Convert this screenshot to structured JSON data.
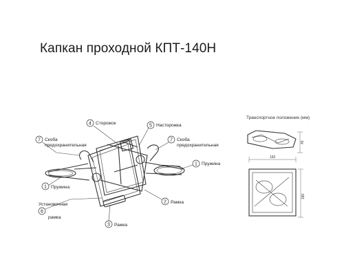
{
  "title": "Капкан проходной КПТ-140Н",
  "transport_label": "Транспортное положение (мм)",
  "callouts": [
    {
      "num": "1",
      "lines": [
        "Пружина"
      ]
    },
    {
      "num": "7",
      "lines": [
        "Скоба",
        "предохранительная"
      ]
    },
    {
      "num": "4",
      "lines": [
        "Сторожок"
      ]
    },
    {
      "num": "5",
      "lines": [
        "Насторожка"
      ]
    },
    {
      "num": "7",
      "lines": [
        "Скоба",
        "предохранительная"
      ]
    },
    {
      "num": "1",
      "lines": [
        "Пружина"
      ]
    },
    {
      "num": "2",
      "lines": [
        "Рамка"
      ]
    },
    {
      "num": "6",
      "lines": [
        "Установочная",
        "рамка"
      ]
    },
    {
      "num": "3",
      "lines": [
        "Рамка"
      ]
    }
  ],
  "dimensions": {
    "side_height": "45",
    "top_width": "160",
    "top_height": "180"
  }
}
